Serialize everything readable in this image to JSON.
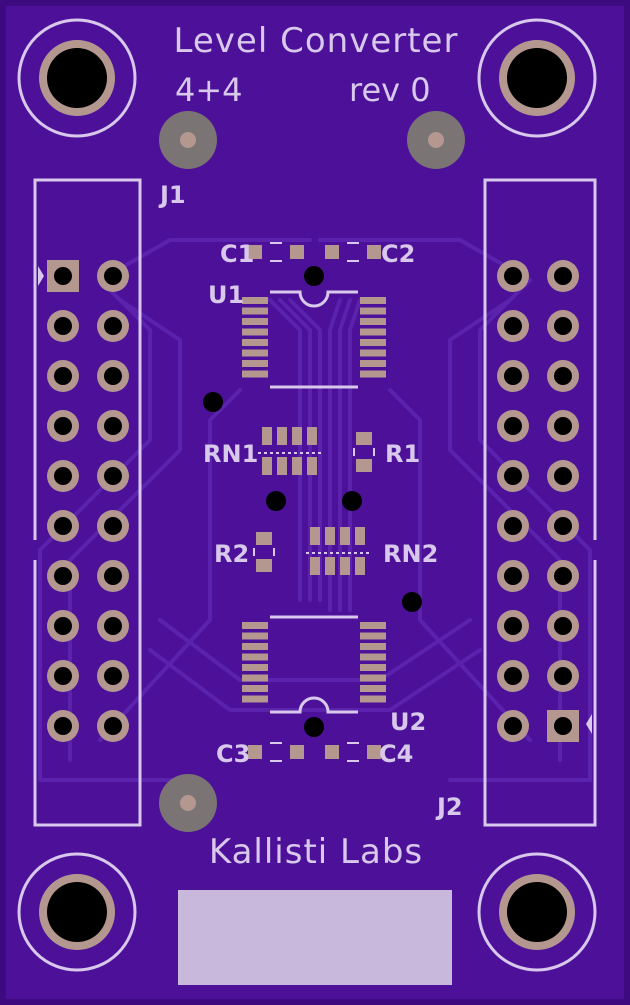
{
  "board": {
    "title": "Level Converter",
    "config": "4+4",
    "revision": "rev 0",
    "maker": "Kallisti Labs",
    "colors": {
      "substrate": "#3d0a80",
      "soldermask": "#4d1199",
      "trace": "#5a22ad",
      "silkscreen": "#d8c8ec",
      "copper_pad": "#b49890",
      "fiducial": "#7a7474",
      "drill": "#000000"
    }
  },
  "designators": {
    "j1": "J1",
    "j2": "J2",
    "u1": "U1",
    "u2": "U2",
    "c1": "C1",
    "c2": "C2",
    "c3": "C3",
    "c4": "C4",
    "r1": "R1",
    "r2": "R2",
    "rn1": "RN1",
    "rn2": "RN2"
  },
  "connectors": {
    "j1": {
      "rows": 10,
      "cols": 2,
      "pin1_marker": "square-pad"
    },
    "j2": {
      "rows": 10,
      "cols": 2,
      "pin1_marker": "square-pad"
    }
  },
  "ics": {
    "u1": {
      "pins_per_side": 8
    },
    "u2": {
      "pins_per_side": 8
    }
  }
}
